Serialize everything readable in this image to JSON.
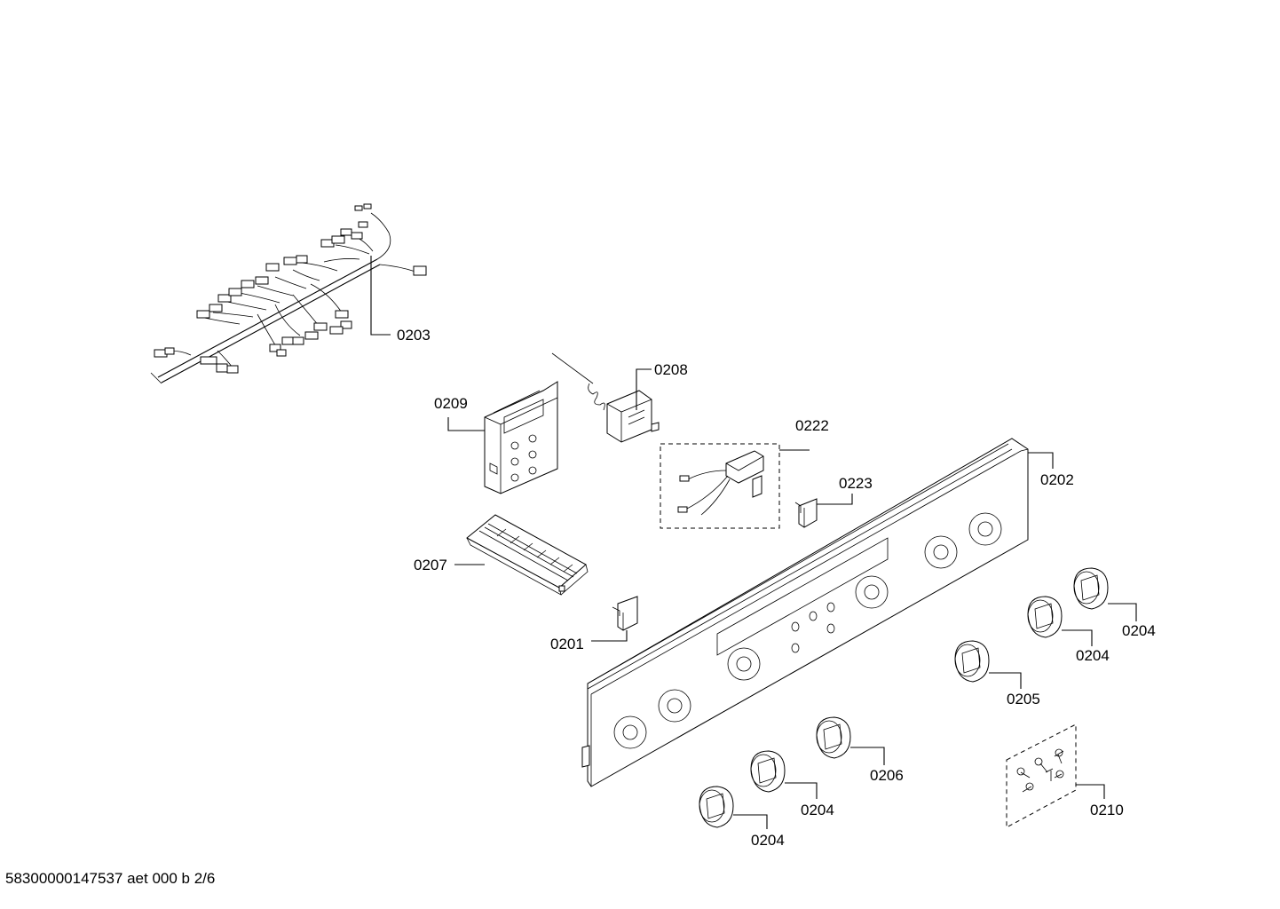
{
  "callouts": {
    "c0203": "0203",
    "c0208": "0208",
    "c0209": "0209",
    "c0222": "0222",
    "c0223": "0223",
    "c0202": "0202",
    "c0207": "0207",
    "c0201": "0201",
    "c0204a": "0204",
    "c0204b": "0204",
    "c0205": "0205",
    "c0206": "0206",
    "c0204c": "0204",
    "c0204d": "0204",
    "c0210": "0210"
  },
  "footer": "58300000147537 aet 000 b 2/6"
}
